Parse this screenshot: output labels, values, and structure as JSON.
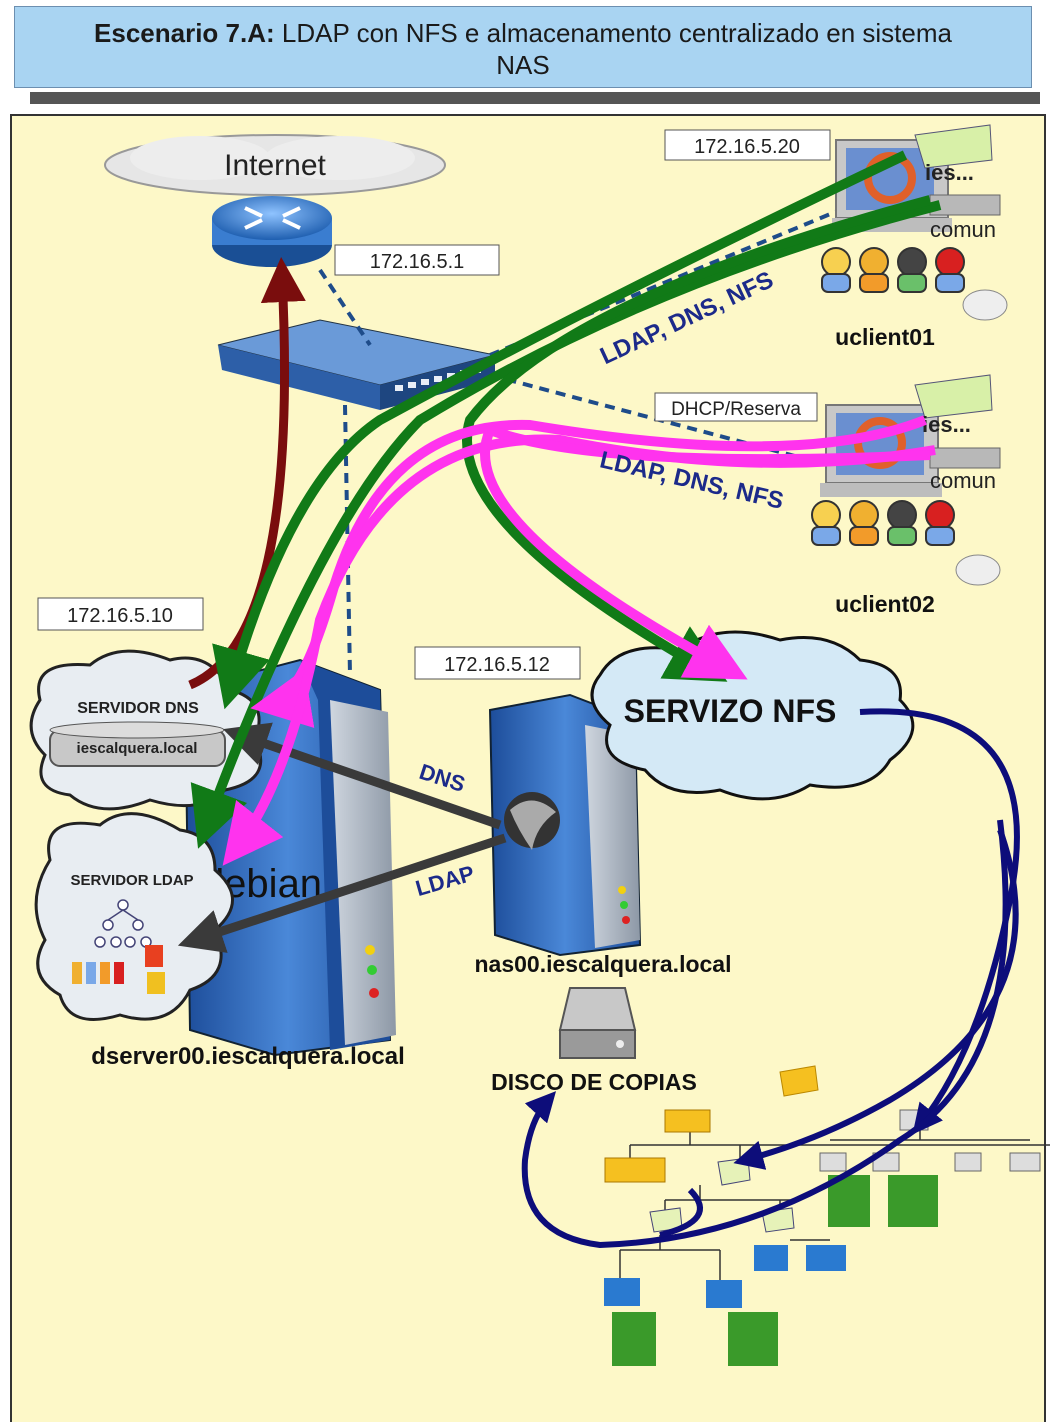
{
  "title": {
    "bold": "Escenario 7.A:",
    "rest": "LDAP con NFS e almacenamento centralizado en sistema",
    "line2": "NAS"
  },
  "labels": {
    "internet": "Internet",
    "ip_router": "172.16.5.1",
    "ip_client01": "172.16.5.20",
    "ip_server": "172.16.5.10",
    "ip_nas": "172.16.5.12",
    "dhcp": "DHCP/Reserva",
    "proto1": "LDAP, DNS, NFS",
    "proto2": "LDAP, DNS, NFS",
    "client01": "uclient01",
    "client02": "uclient02",
    "ies1": "ies...",
    "comun1": "comun",
    "ies2": "ies...",
    "comun2": "comun",
    "dns_server": "SERVIDOR DNS",
    "dns_zone": "iescalquera.local",
    "ldap_server": "SERVIDOR LDAP",
    "debian": "debian",
    "dns_arrow": "DNS",
    "ldap_arrow": "LDAP",
    "nfs_service": "SERVIZO NFS",
    "server_name": "dserver00.iescalquera.local",
    "nas_name": "nas00.iescalquera.local",
    "backup_disk": "DISCO DE COPIAS"
  },
  "colors": {
    "green": "#117a17",
    "magenta": "#ff33ee",
    "darkred": "#7a0d0d",
    "navy": "#0d0d7a",
    "dark": "#3a3a3a",
    "server_blue": "#2d63b8"
  }
}
